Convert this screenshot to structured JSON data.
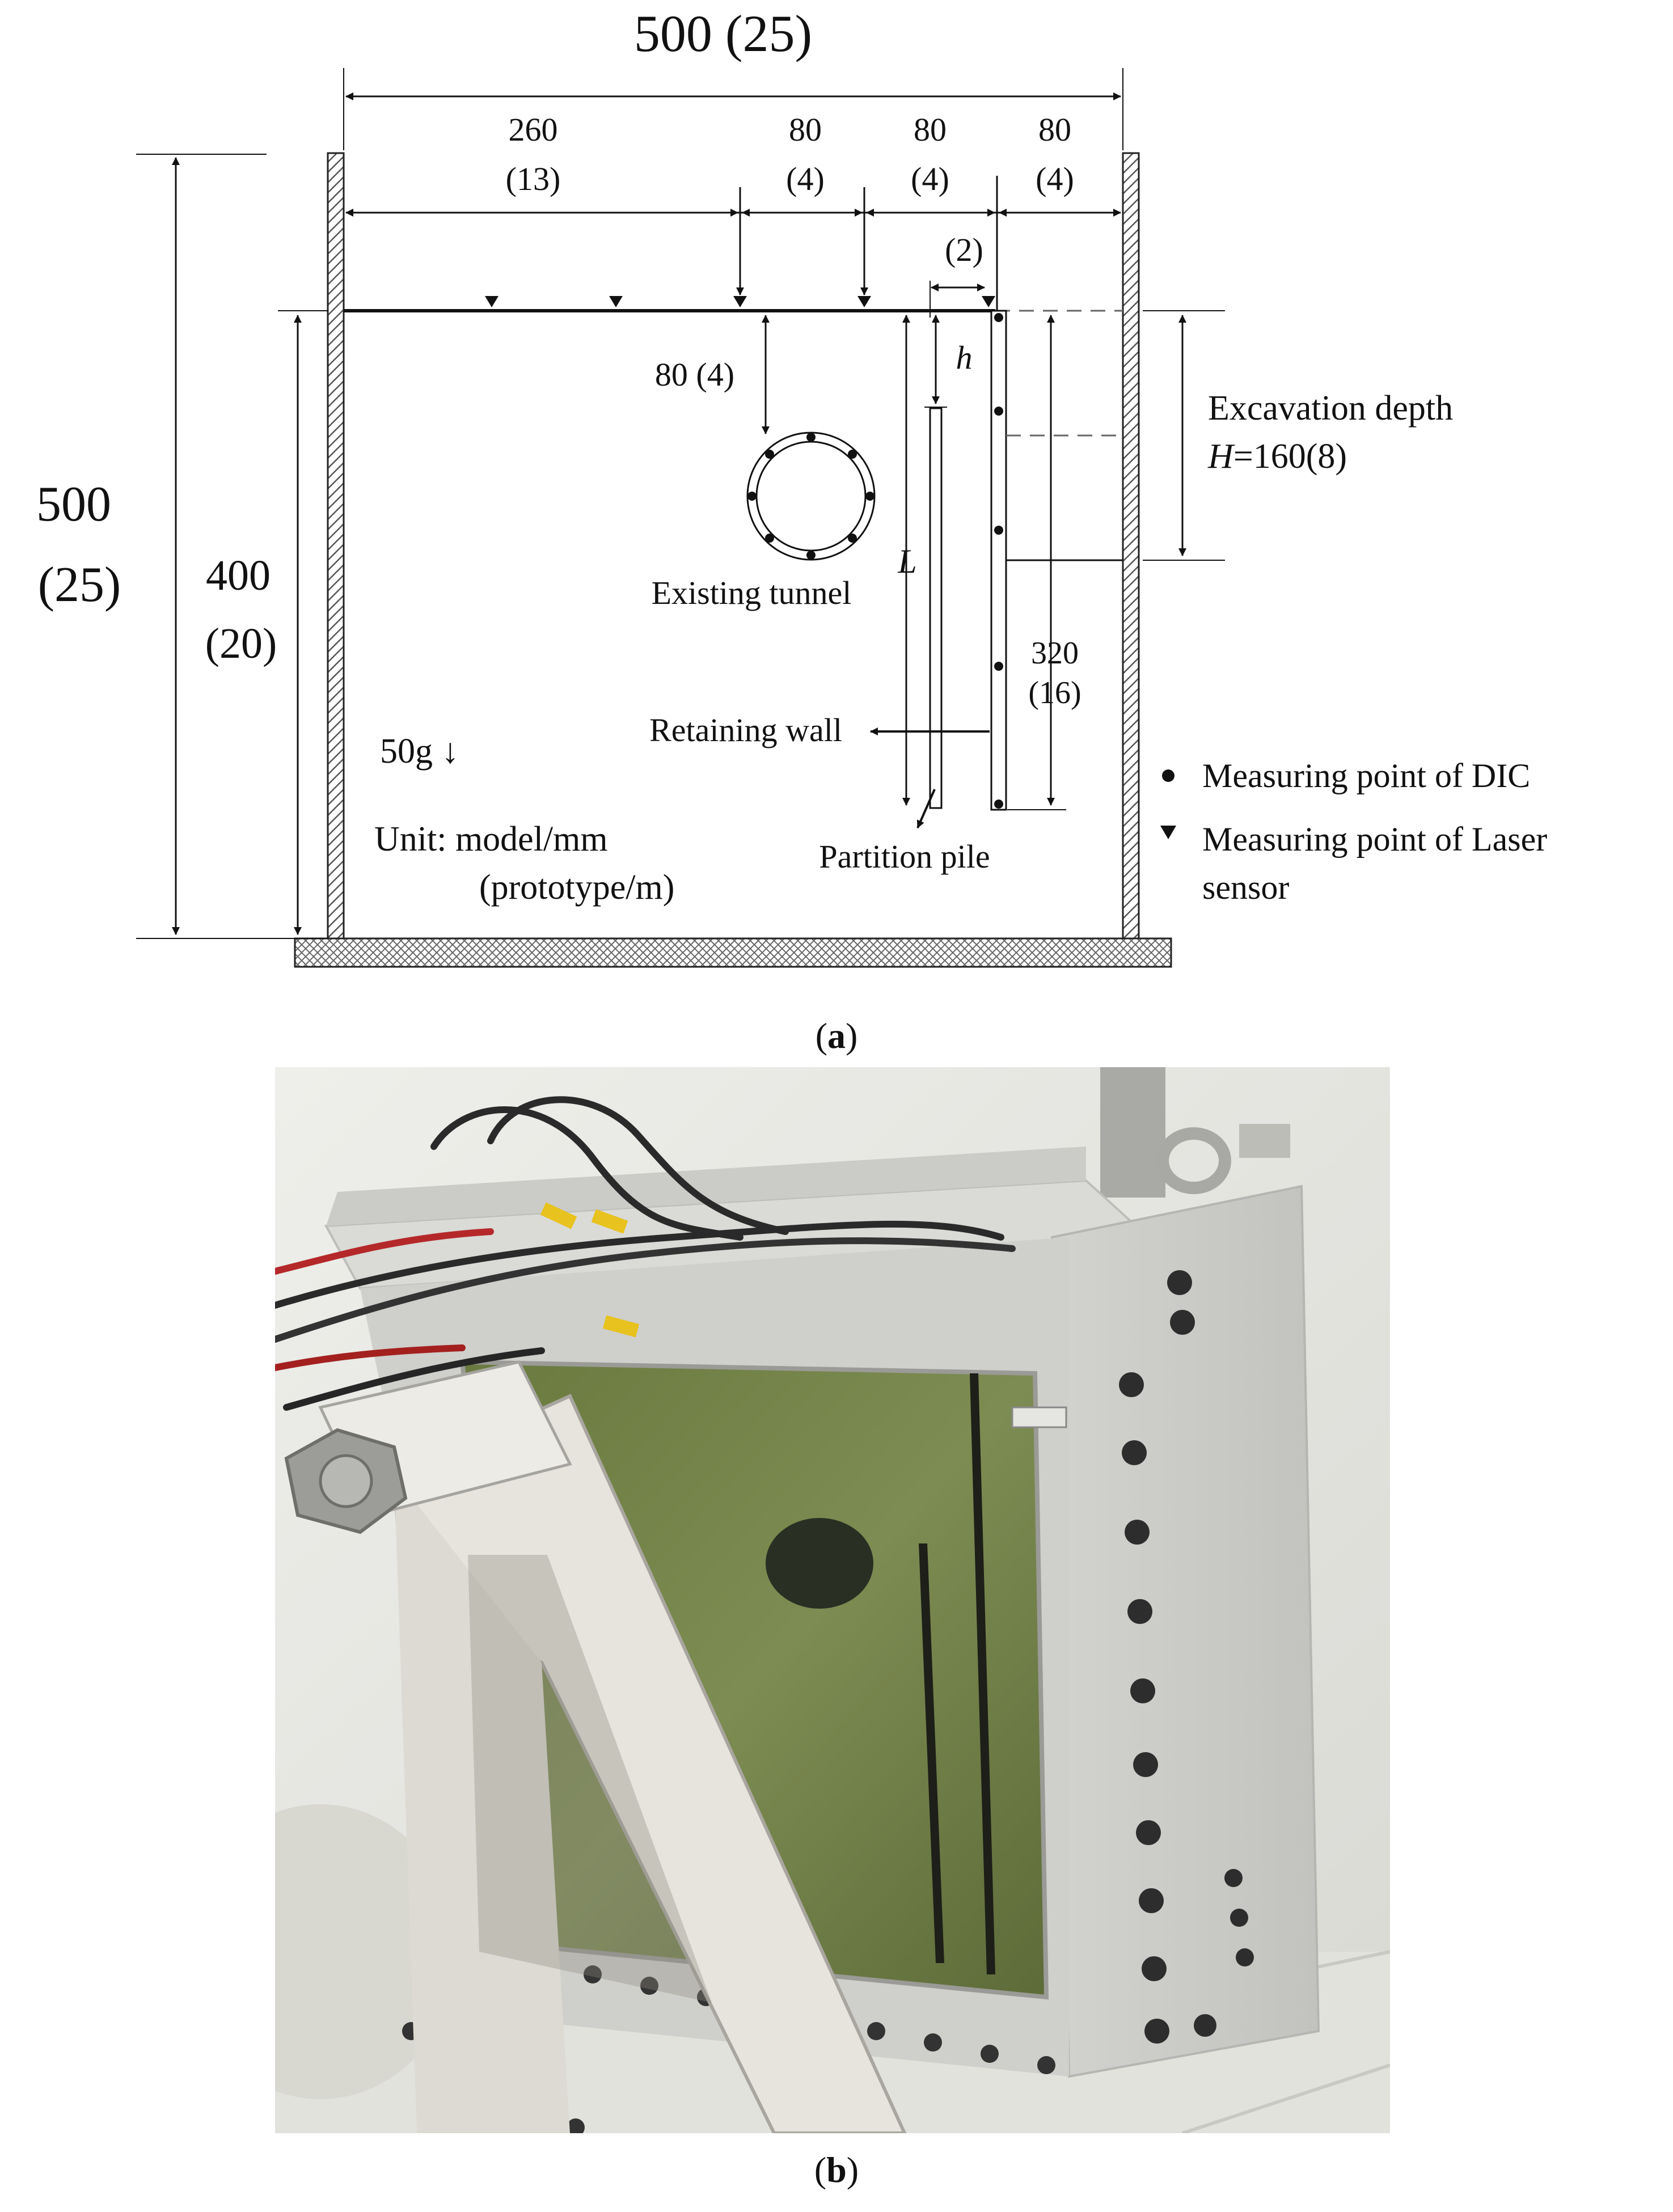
{
  "figure_a": {
    "top_width": "500 (25)",
    "left_height_line1": "500",
    "left_height_line2": "(25)",
    "soil_height_line1": "400",
    "soil_height_line2": "(20)",
    "seg_260": "260",
    "seg_13": "(13)",
    "seg_80a": "80",
    "seg_4a": "(4)",
    "seg_80b": "80",
    "seg_4b": "(4)",
    "seg_80c": "80",
    "seg_4c": "(4)",
    "seg_2": "(2)",
    "tunnel_depth": "80 (4)",
    "h_label": "h",
    "L_label": "L",
    "excavation_line1": "Excavation depth",
    "excavation_H": "H",
    "excavation_rest": "=160(8)",
    "wall_len_line1": "320",
    "wall_len_line2": "(16)",
    "existing_tunnel": "Existing tunnel",
    "retaining_wall": "Retaining wall",
    "partition_pile": "Partition pile",
    "gravity": "50g ↓",
    "unit_line1": "Unit: model/mm",
    "unit_line2": "(prototype/m)",
    "legend_dic": "Measuring point of DIC",
    "legend_laser_line1": "Measuring point of Laser",
    "legend_laser_line2": "sensor"
  },
  "captions": {
    "a": "a",
    "b": "b"
  },
  "photo_b": {
    "description_icon": "test-box-photo"
  }
}
